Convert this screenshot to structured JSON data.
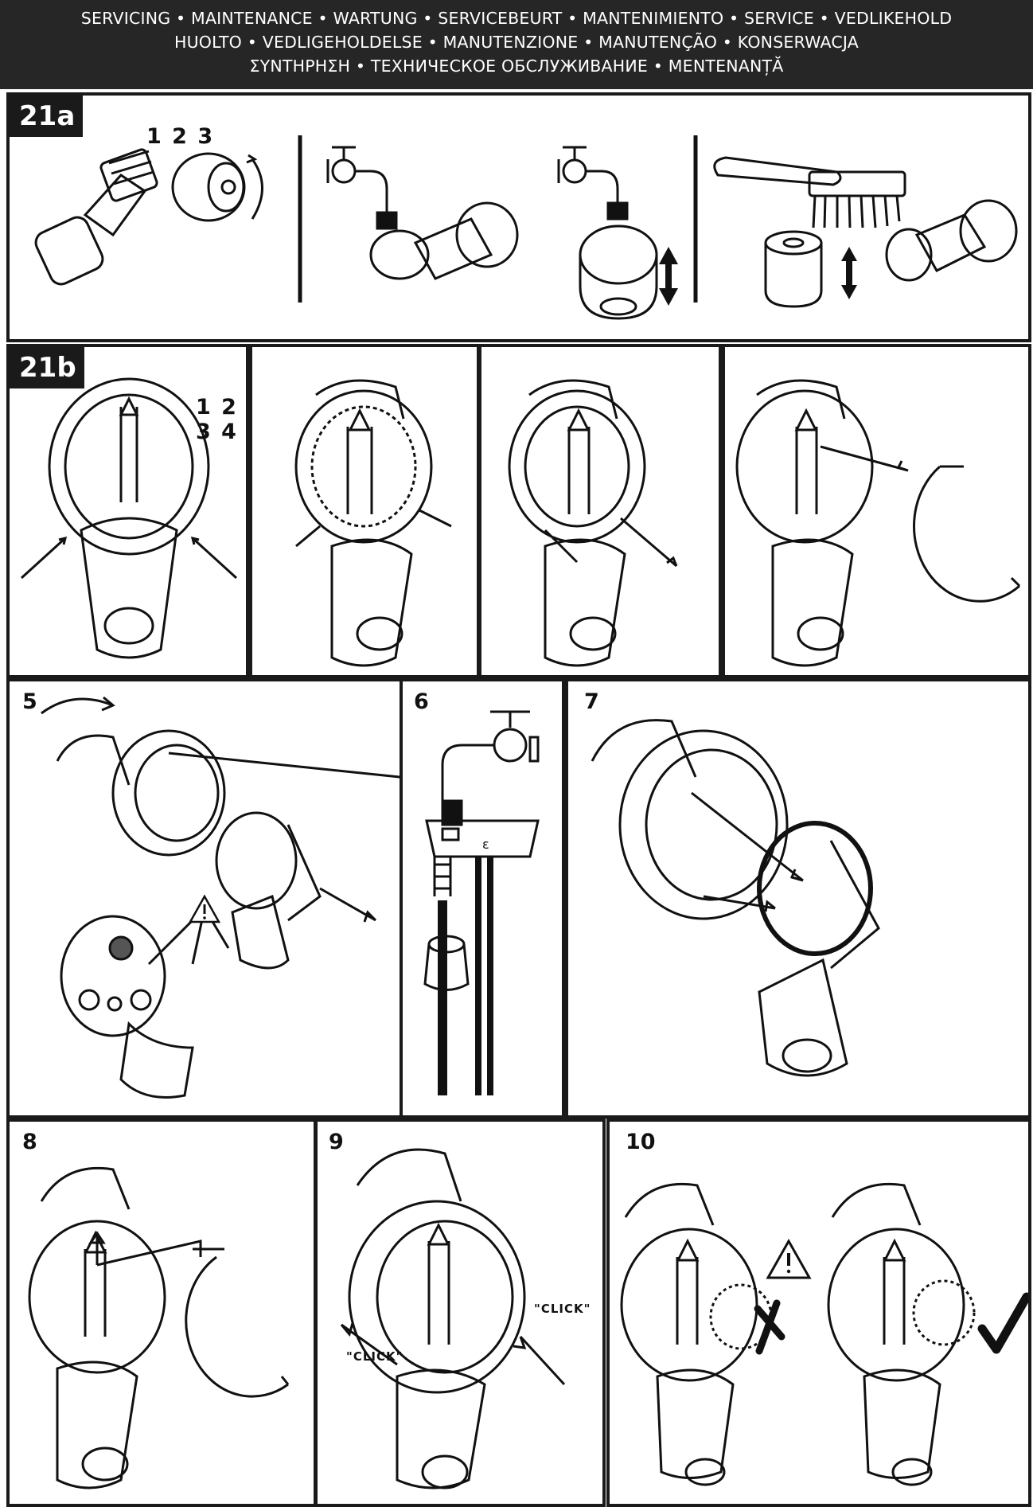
{
  "header": {
    "line1": "SERVICING • MAINTENANCE • WARTUNG • SERVICEBEURT • MANTENIMIENTO • SERVICE • VEDLIKEHOLD",
    "line2": "HUOLTO • VEDLIGEHOLDELSE • MANUTENZIONE • MANUTENÇÃO • KONSERWACJA",
    "line3": "ΣΥΝΤΗΡΗΣΗ • ТЕХНИЧЕСКОЕ ОБСЛУЖИВАНИЕ • MENTENANȚĂ"
  },
  "section_a": {
    "label": "21a",
    "sequence": "1 2 3"
  },
  "section_b": {
    "label": "21b",
    "sequence": "1 2 3 4"
  },
  "steps": {
    "s5": "5",
    "s6": "6",
    "s7": "7",
    "s8": "8",
    "s9": "9",
    "s10": "10"
  },
  "click_label": "\"CLICK\"",
  "colors": {
    "header_bg": "#262626",
    "border": "#1a1a1a"
  }
}
